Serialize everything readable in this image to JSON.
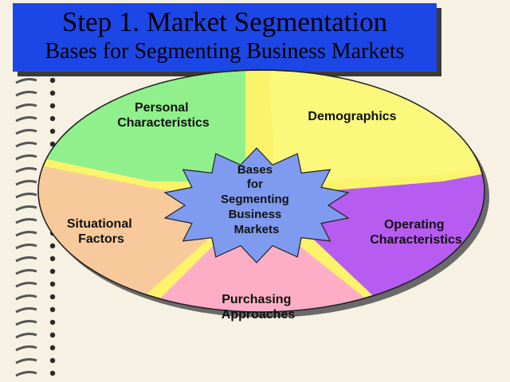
{
  "title": {
    "line1": "Step 1.  Market Segmentation",
    "line2": "Bases for Segmenting Business Markets"
  },
  "center": {
    "lines": [
      "Bases",
      "for",
      "Segmenting",
      "Business",
      "Markets"
    ],
    "color": "#7f9bf0"
  },
  "segments": [
    {
      "id": "personal",
      "lines": [
        "Personal",
        "Characteristics"
      ],
      "color": "#8ff08c"
    },
    {
      "id": "demographics",
      "lines": [
        "Demographics"
      ],
      "color": "#fbf87c"
    },
    {
      "id": "operating",
      "lines": [
        "Operating",
        "Characteristics"
      ],
      "color": "#b75cf0"
    },
    {
      "id": "purchasing",
      "lines": [
        "Purchasing",
        "Approaches"
      ],
      "color": "#fdaec6"
    },
    {
      "id": "situational",
      "lines": [
        "Situational",
        "Factors"
      ],
      "color": "#f8c99a"
    }
  ],
  "colors": {
    "title_background": "#1d46e6",
    "ellipse_background": "#fbf46a",
    "slide_background": "#f6f1e2"
  }
}
